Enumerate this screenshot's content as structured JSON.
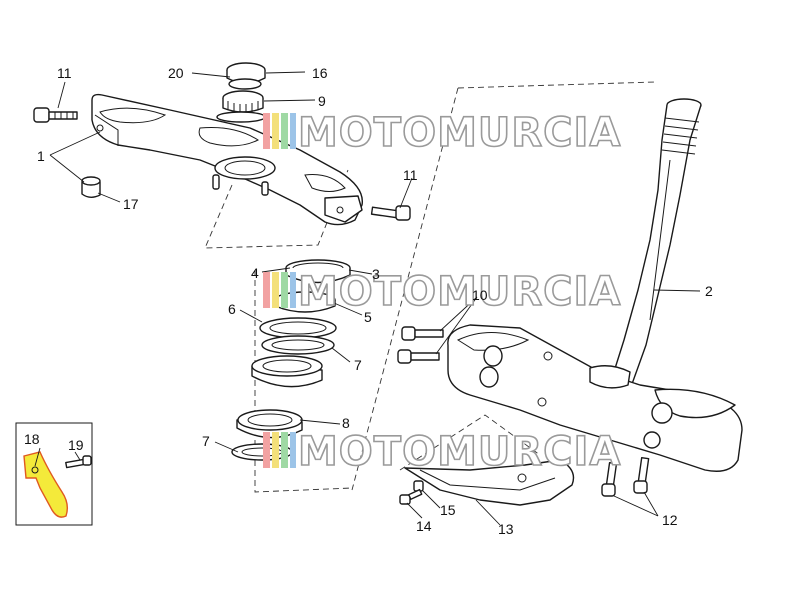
{
  "diagram": {
    "callouts": [
      {
        "id": "11a",
        "label": "11"
      },
      {
        "id": "20",
        "label": "20"
      },
      {
        "id": "16",
        "label": "16"
      },
      {
        "id": "9",
        "label": "9"
      },
      {
        "id": "1",
        "label": "1"
      },
      {
        "id": "17",
        "label": "17"
      },
      {
        "id": "11b",
        "label": "11"
      },
      {
        "id": "4",
        "label": "4"
      },
      {
        "id": "3",
        "label": "3"
      },
      {
        "id": "5",
        "label": "5"
      },
      {
        "id": "6",
        "label": "6"
      },
      {
        "id": "7a",
        "label": "7"
      },
      {
        "id": "8",
        "label": "8"
      },
      {
        "id": "7b",
        "label": "7"
      },
      {
        "id": "2",
        "label": "2"
      },
      {
        "id": "10",
        "label": "10"
      },
      {
        "id": "18",
        "label": "18"
      },
      {
        "id": "19",
        "label": "19"
      },
      {
        "id": "15",
        "label": "15"
      },
      {
        "id": "14",
        "label": "14"
      },
      {
        "id": "13",
        "label": "13"
      },
      {
        "id": "12",
        "label": "12"
      }
    ],
    "watermark": {
      "text": "MOTOMURCIA",
      "colors": {
        "stripe_red": "#f2a2a2",
        "stripe_yellow": "#f3e07a",
        "stripe_green": "#9fd9a4",
        "stripe_blue": "#9cc4e8",
        "text_fill": "#ffffff",
        "text_stroke": "#9a9a9a"
      }
    },
    "highlight_color": "#f4ea3a",
    "highlight_edge_color": "#e05a20"
  }
}
